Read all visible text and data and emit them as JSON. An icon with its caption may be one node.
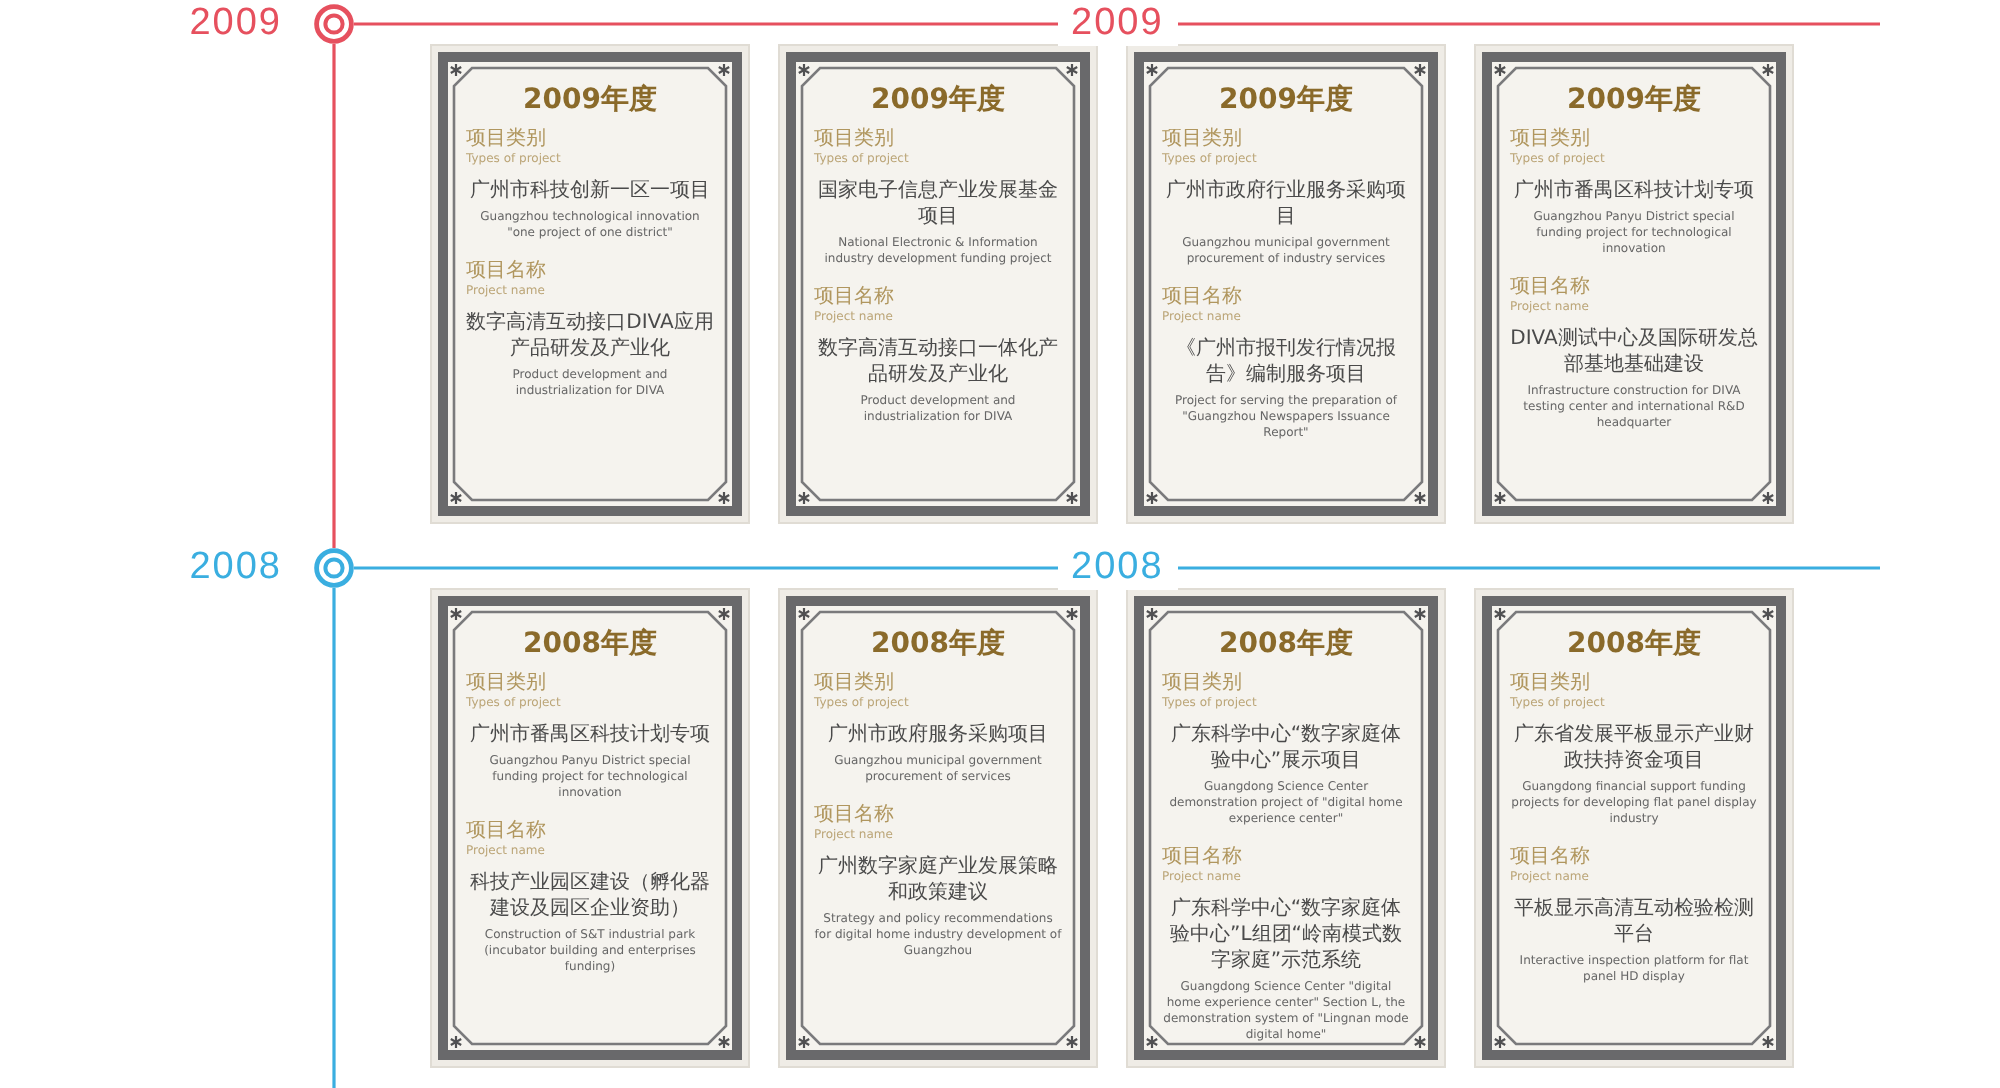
{
  "diagram": {
    "nodes": [
      {
        "text": [],
        "shape": "circle",
        "beside": [
          "2009"
        ]
      },
      {
        "text": [
          "2009年度",
          "项目类别",
          "Types of project",
          "广州市科技创新一区一项目",
          "Guangzhou technological innovation \"one project of one district\"",
          "项目名称",
          "Project name",
          "数字高清互动接口DIVA应用产品研发及产业化",
          "Product development and industrialization for DIVA"
        ]
      },
      {
        "text": [
          "2009年度",
          "项目类别",
          "Types of project",
          "国家电子信息产业发展基金项目",
          "National Electronic & Information industry development funding project",
          "项目名称",
          "Project name",
          "数字高清互动接口一体化产品研发及产业化",
          "Product development and industrialization for DIVA"
        ]
      },
      {
        "text": [
          "2009年度",
          "项目类别",
          "Types of project",
          "广州市政府行业服务采购项目",
          "Guangzhou municipal government procurement of industry services",
          "项目名称",
          "Project name",
          "《广州市报刊发行情况报告》编制服务项目",
          "Project for serving the preparation of \"Guangzhou Newspapers Issuance Report\""
        ]
      },
      {
        "text": [
          "2009年度",
          "项目类别",
          "Types of project",
          "广州市番禺区科技计划专项",
          "Guangzhou Panyu District special funding project for technological innovation",
          "项目名称",
          "Project name",
          "DIVA测试中心及国际研发总部基地基础建设",
          "Infrastructure construction for DIVA testing center and international R&D headquarter"
        ]
      },
      {
        "text": [],
        "shape": "circle",
        "beside": [
          "2008"
        ]
      },
      {
        "text": [
          "2008年度",
          "项目类别",
          "Types of project",
          "广州市番禺区科技计划专项",
          "Guangzhou Panyu District special funding project for technological innovation",
          "项目名称",
          "Project name",
          "科技产业园区建设（孵化器建设及园区企业资助）",
          "Construction of S&T industrial park (incubator building and enterprises funding)"
        ]
      },
      {
        "text": [
          "2008年度",
          "项目类别",
          "Types of project",
          "广州市政府服务采购项目",
          "Guangzhou municipal government procurement of services",
          "项目名称",
          "Project name",
          "广州数字家庭产业发展策略和政策建议",
          "Strategy and policy recommendations for digital home industry development of Guangzhou"
        ]
      },
      {
        "text": [
          "2008年度",
          "项目类别",
          "Types of project",
          "广东科学中心“数字家庭体验中心”展示项目",
          "Guangdong Science Center demonstration project of \"digital home experience center\"",
          "项目名称",
          "Project name",
          "广东科学中心“数字家庭体验中心”L组团“岭南模式数字家庭”示范系统",
          "Guangdong Science Center \"digital home experience center\" Section L, the demonstration system of \"Lingnan mode digital home\""
        ]
      },
      {
        "text": [
          "2008年度",
          "项目类别",
          "Types of project",
          "广东省发展平板显示产业财政扶持资金项目",
          "Guangdong financial support funding projects for developing flat panel display industry",
          "项目名称",
          "Project name",
          "平板显示高清互动检验检测平台",
          "Interactive inspection platform for flat panel HD display"
        ]
      }
    ],
    "edges": [
      {
        "from": 0,
        "to": 5,
        "arrow": "none",
        "color": "#e6505e"
      },
      {
        "from": 0,
        "to": null,
        "arrow": "none",
        "label": "2009",
        "color": "#e6505e"
      },
      {
        "from": 5,
        "to": null,
        "arrow": "none",
        "color": "#3aaee0"
      },
      {
        "from": 5,
        "to": null,
        "arrow": "none",
        "label": "2008",
        "color": "#3aaee0"
      }
    ]
  }
}
